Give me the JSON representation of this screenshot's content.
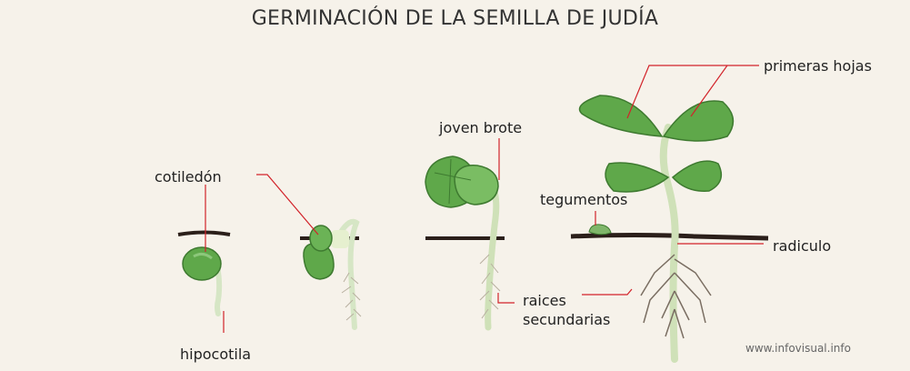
{
  "title": "GERMINACIÓN DE LA SEMILLA DE JUDÍA",
  "labels": {
    "cotiledon": "cotiledón",
    "hipocotila": "hipocotila",
    "joven_brote": "joven brote",
    "tegumentos": "tegumentos",
    "primeras_hojas": "primeras hojas",
    "radiculo": "radiculo",
    "raices_line1": "raices",
    "raices_line2": "secundarias"
  },
  "credit": "www.infovisual.info",
  "colors": {
    "leaf_green": "#5fa84a",
    "stem_green": "#c9dfb0",
    "soil": "#3a2a22",
    "pointer_red": "#d2232a",
    "background": "#f6f2ea"
  }
}
